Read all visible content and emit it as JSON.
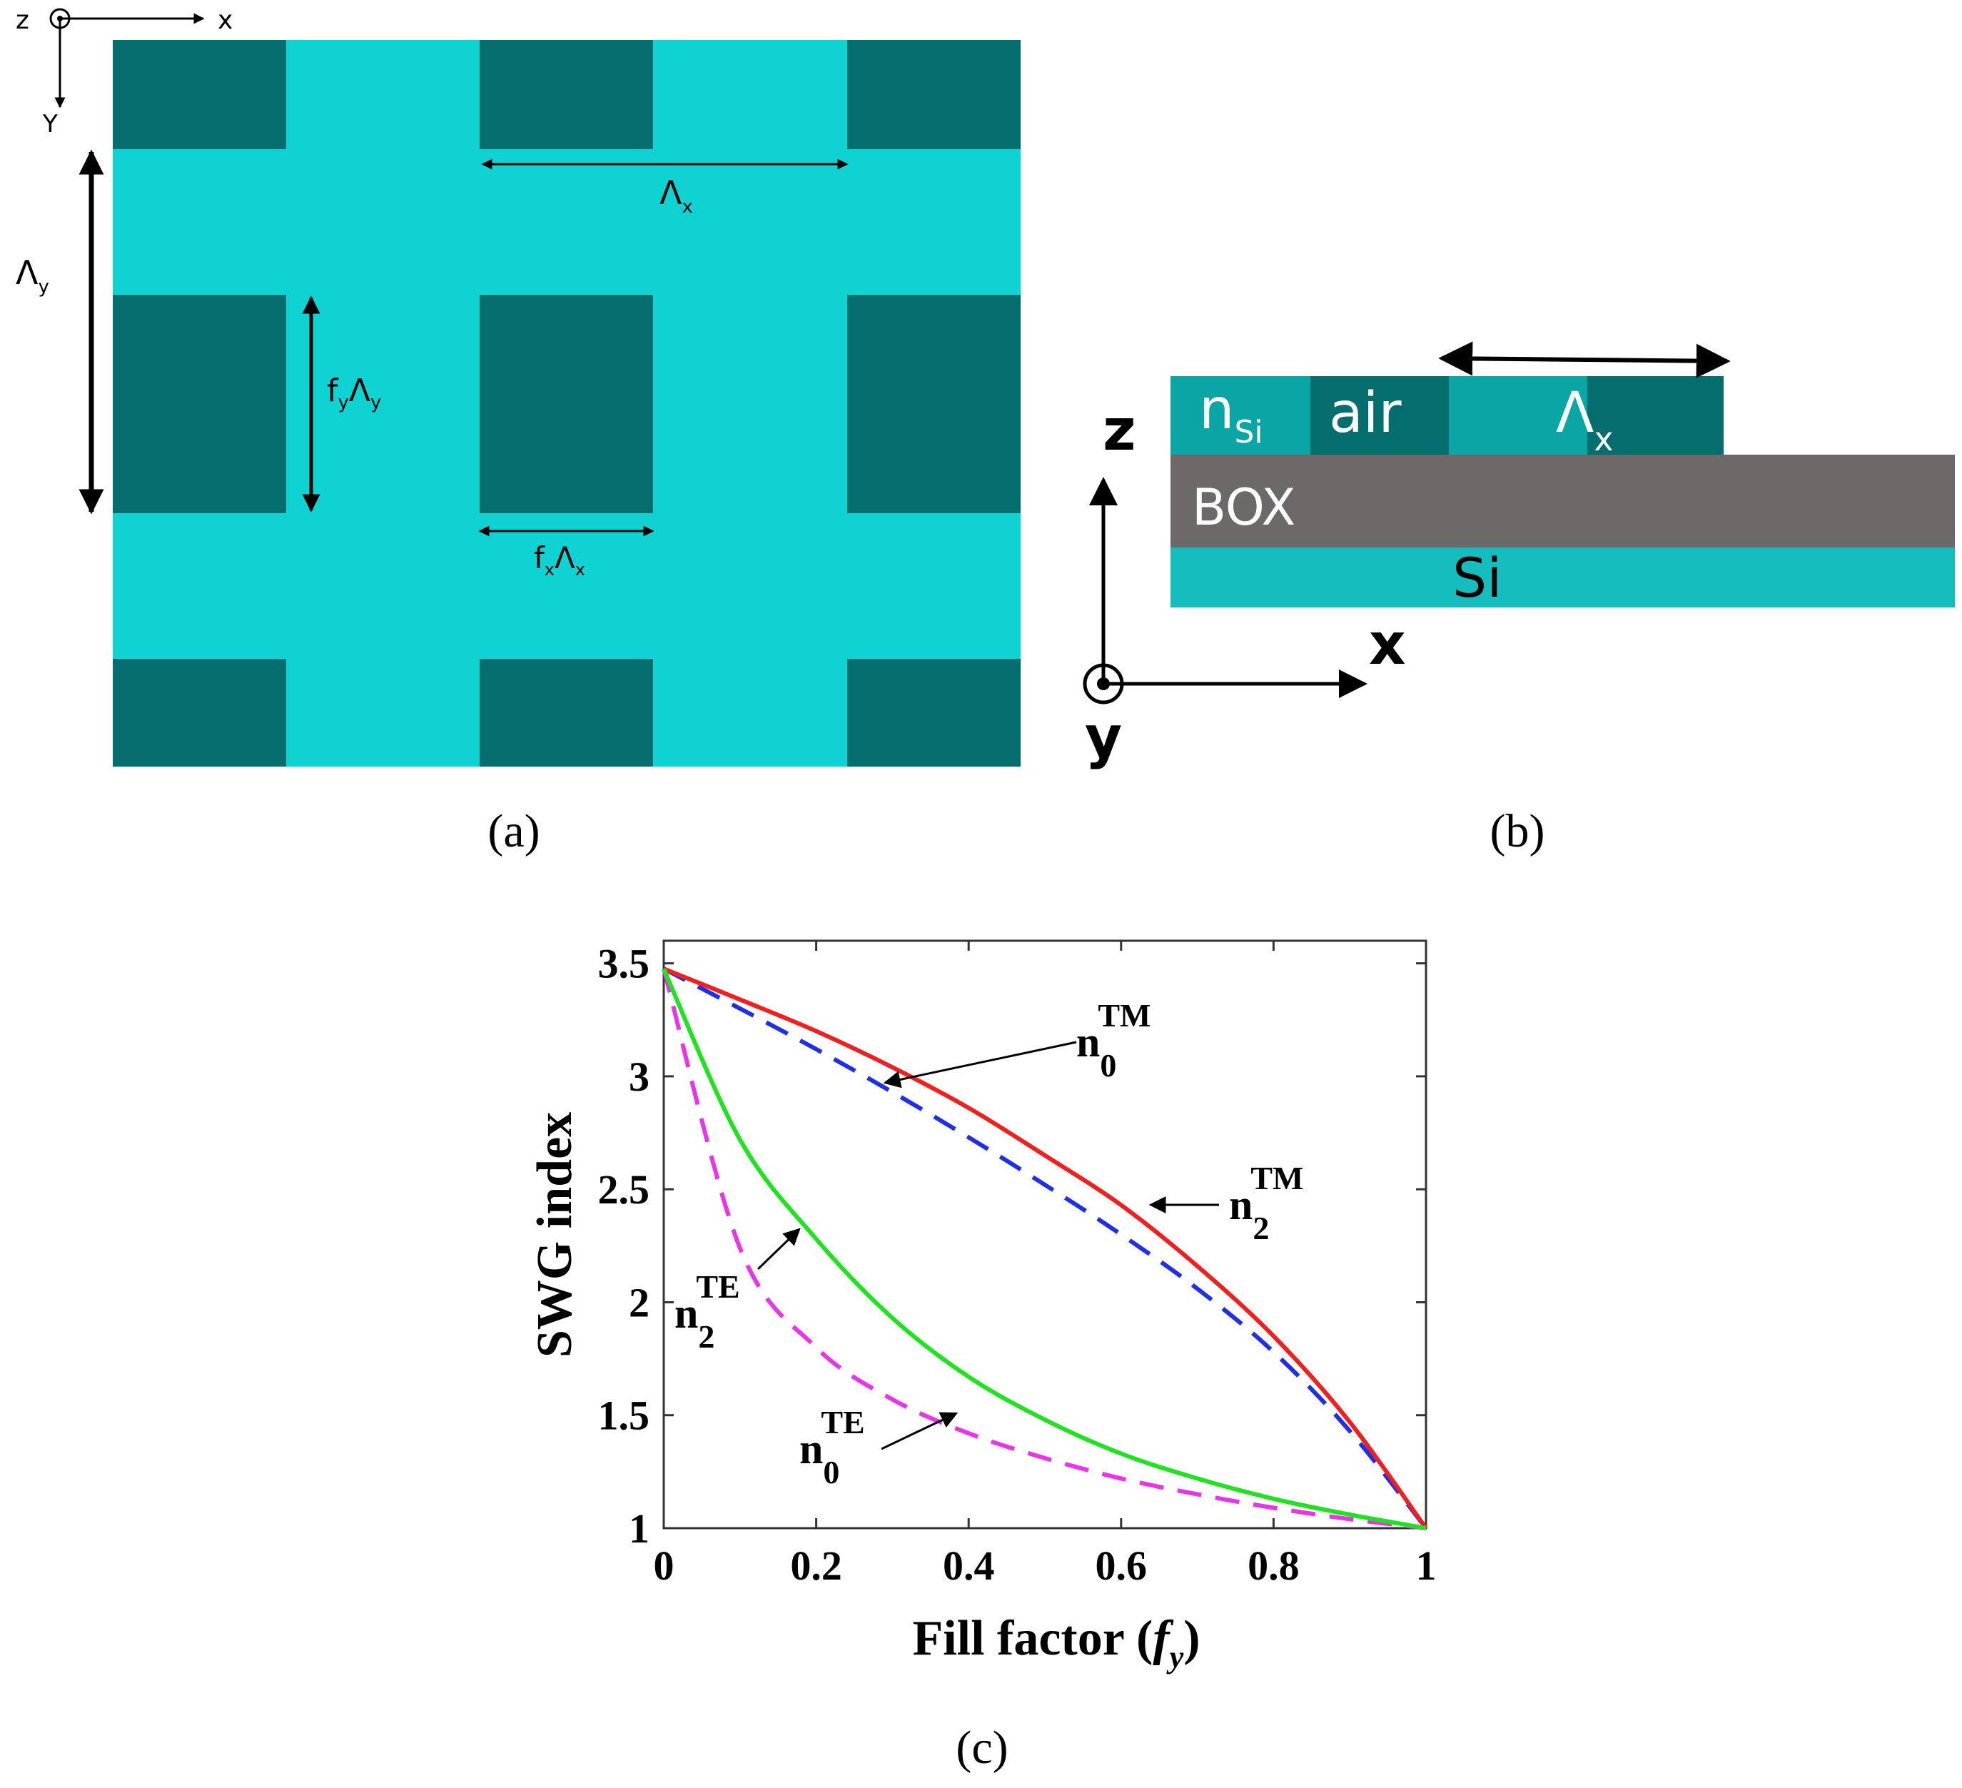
{
  "colors": {
    "light_cyan": "#0fd3d3",
    "dark_teal": "#046e6f",
    "teal_mid": "#0aa6a6",
    "box_gray": "#6d6969",
    "si_cyan": "#16bdbf",
    "red": "#ef2020",
    "blue": "#1f2fe6",
    "green": "#21e221",
    "magenta": "#e636e6"
  },
  "panel_a": {
    "axis_z": "z",
    "axis_x": "x",
    "axis_y": "Y",
    "lambda_x_label": {
      "main": "Λ",
      "sub": "x"
    },
    "lambda_y_label": {
      "main": "Λ",
      "sub": "y"
    },
    "fy_label": {
      "f": "f",
      "fsub": "y",
      "main": "Λ",
      "sub": "y"
    },
    "fx_label": {
      "f": "f",
      "fsub": "x",
      "main": "Λ",
      "sub": "x"
    },
    "caption": "(a)"
  },
  "panel_b": {
    "n_label": "n",
    "n_sub": "Si",
    "air_label": "air",
    "lambda_label": {
      "main": "Λ",
      "sub": "x"
    },
    "box_label": "BOX",
    "si_label": "Si",
    "axis_z": "z",
    "axis_x": "x",
    "axis_y": "y",
    "caption": "(b)"
  },
  "panel_c": {
    "caption": "(c)",
    "annotations": [
      {
        "base": "n",
        "sub": "0",
        "sup": "TM"
      },
      {
        "base": "n",
        "sub": "2",
        "sup": "TM"
      },
      {
        "base": "n",
        "sub": "2",
        "sup": "TE"
      },
      {
        "base": "n",
        "sub": "0",
        "sup": "TE"
      }
    ]
  },
  "chart_data": {
    "type": "line",
    "xlabel": "Fill factor (",
    "xlabel_var": "f",
    "xlabel_sub": "y",
    "xlabel_close": ")",
    "ylabel": "SWG index",
    "xlim": [
      0,
      1
    ],
    "ylim": [
      1,
      3.6
    ],
    "xticks": [
      0,
      0.2,
      0.4,
      0.6,
      0.8,
      1
    ],
    "xtick_labels": [
      "0",
      "0.2",
      "0.4",
      "0.6",
      "0.8",
      "1"
    ],
    "yticks": [
      1,
      1.5,
      2,
      2.5,
      3,
      3.5
    ],
    "ytick_labels": [
      "1",
      "1.5",
      "2",
      "2.5",
      "3",
      "3.5"
    ],
    "grid": false,
    "x": [
      0,
      0.1,
      0.2,
      0.3,
      0.4,
      0.5,
      0.6,
      0.7,
      0.8,
      0.9,
      1.0
    ],
    "series": [
      {
        "key": "n2TM",
        "color": "#ef2020",
        "dash": "solid",
        "values": [
          3.476,
          3.34,
          3.2,
          3.04,
          2.86,
          2.65,
          2.43,
          2.16,
          1.85,
          1.47,
          1.0
        ]
      },
      {
        "key": "n0TM",
        "color": "#1f2fe6",
        "dash": "dashed",
        "values": [
          3.476,
          3.3,
          3.12,
          2.93,
          2.73,
          2.52,
          2.3,
          2.06,
          1.78,
          1.43,
          1.0
        ]
      },
      {
        "key": "n2TE",
        "color": "#21e221",
        "dash": "solid",
        "values": [
          3.476,
          2.72,
          2.28,
          1.93,
          1.67,
          1.48,
          1.33,
          1.22,
          1.13,
          1.06,
          1.0
        ]
      },
      {
        "key": "n0TE",
        "color": "#e636e6",
        "dash": "dashed",
        "values": [
          3.476,
          2.24,
          1.8,
          1.57,
          1.42,
          1.31,
          1.22,
          1.15,
          1.09,
          1.04,
          1.0
        ]
      }
    ]
  }
}
